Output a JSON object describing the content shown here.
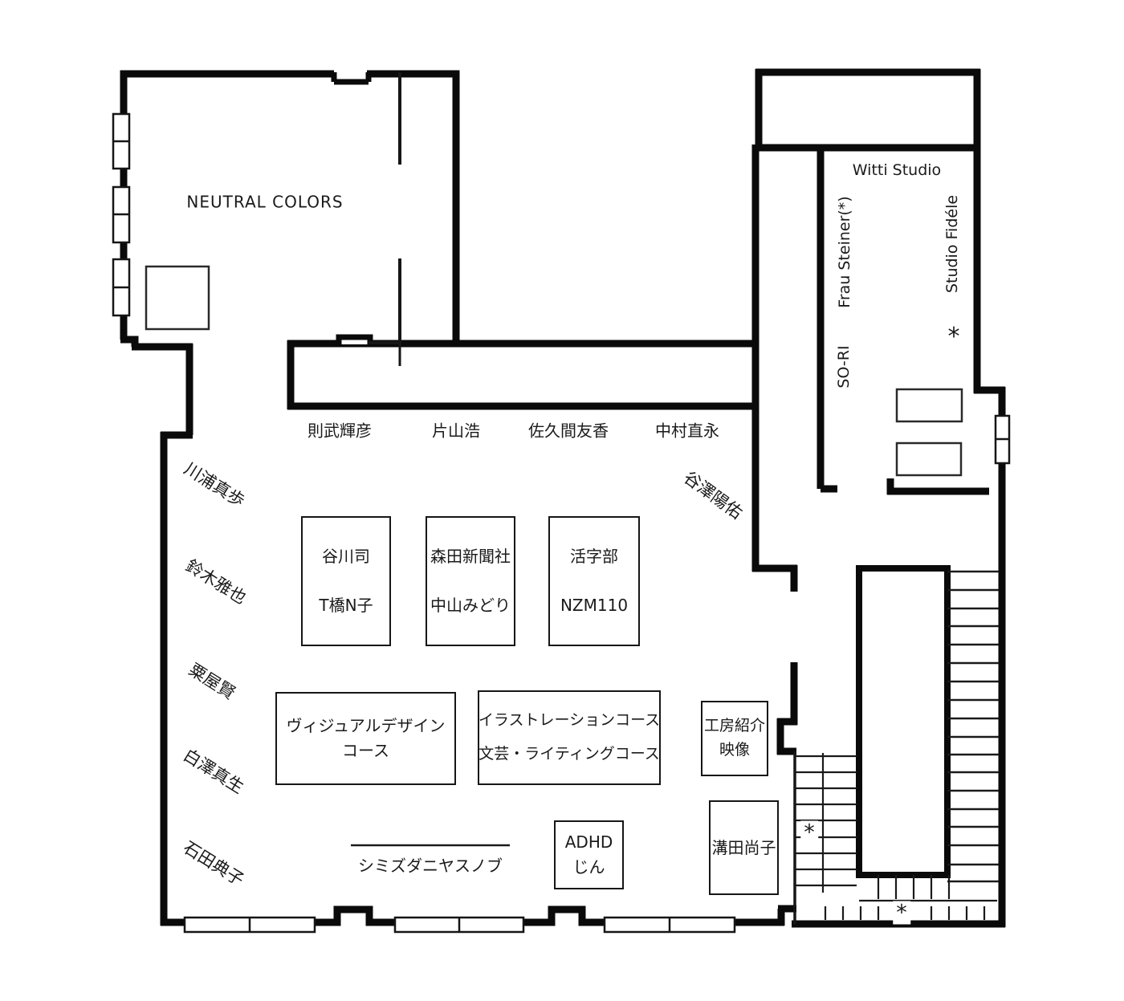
{
  "rooms": {
    "neutral_colors": "NEUTRAL COLORS",
    "witti_studio": "Witti Studio",
    "frau_steiner": "Frau Steiner(*)",
    "studio_fidele": "Studio Fidéle",
    "so_ri": "SO-RI"
  },
  "wall_names": {
    "top": [
      "則武輝彦",
      "片山浩",
      "佐久間友香",
      "中村直永"
    ],
    "left": [
      "川浦真歩",
      "鈴木雅也",
      "粟屋賢",
      "白澤真生",
      "石田典子"
    ],
    "diagonal": "谷澤陽佑"
  },
  "booths": {
    "tanikawa": {
      "line1": "谷川司",
      "line2": "T橋N子"
    },
    "morita": {
      "line1": "森田新聞社",
      "line2": "中山みどり"
    },
    "katsuji": {
      "line1": "活字部",
      "line2": "NZM110"
    },
    "visual_design": {
      "line1": "ヴィジュアルデザイン",
      "line2": "コース"
    },
    "illustration": {
      "line1": "イラストレーションコース",
      "line2": "文芸・ライティングコース"
    },
    "kobo_video": {
      "line1": "工房紹介",
      "line2": "映像"
    },
    "adhd": {
      "line1": "ADHD",
      "line2": "じん"
    },
    "mizota": {
      "line1": "溝田尚子"
    },
    "shimizudani": {
      "line1": "シミズダニヤスノブ"
    }
  },
  "symbols": {
    "asterisk": "*"
  },
  "colors": {
    "wall": "#0a0a0a",
    "thin_line": "#161616",
    "text": "#1a1a1a",
    "background": "#ffffff"
  }
}
